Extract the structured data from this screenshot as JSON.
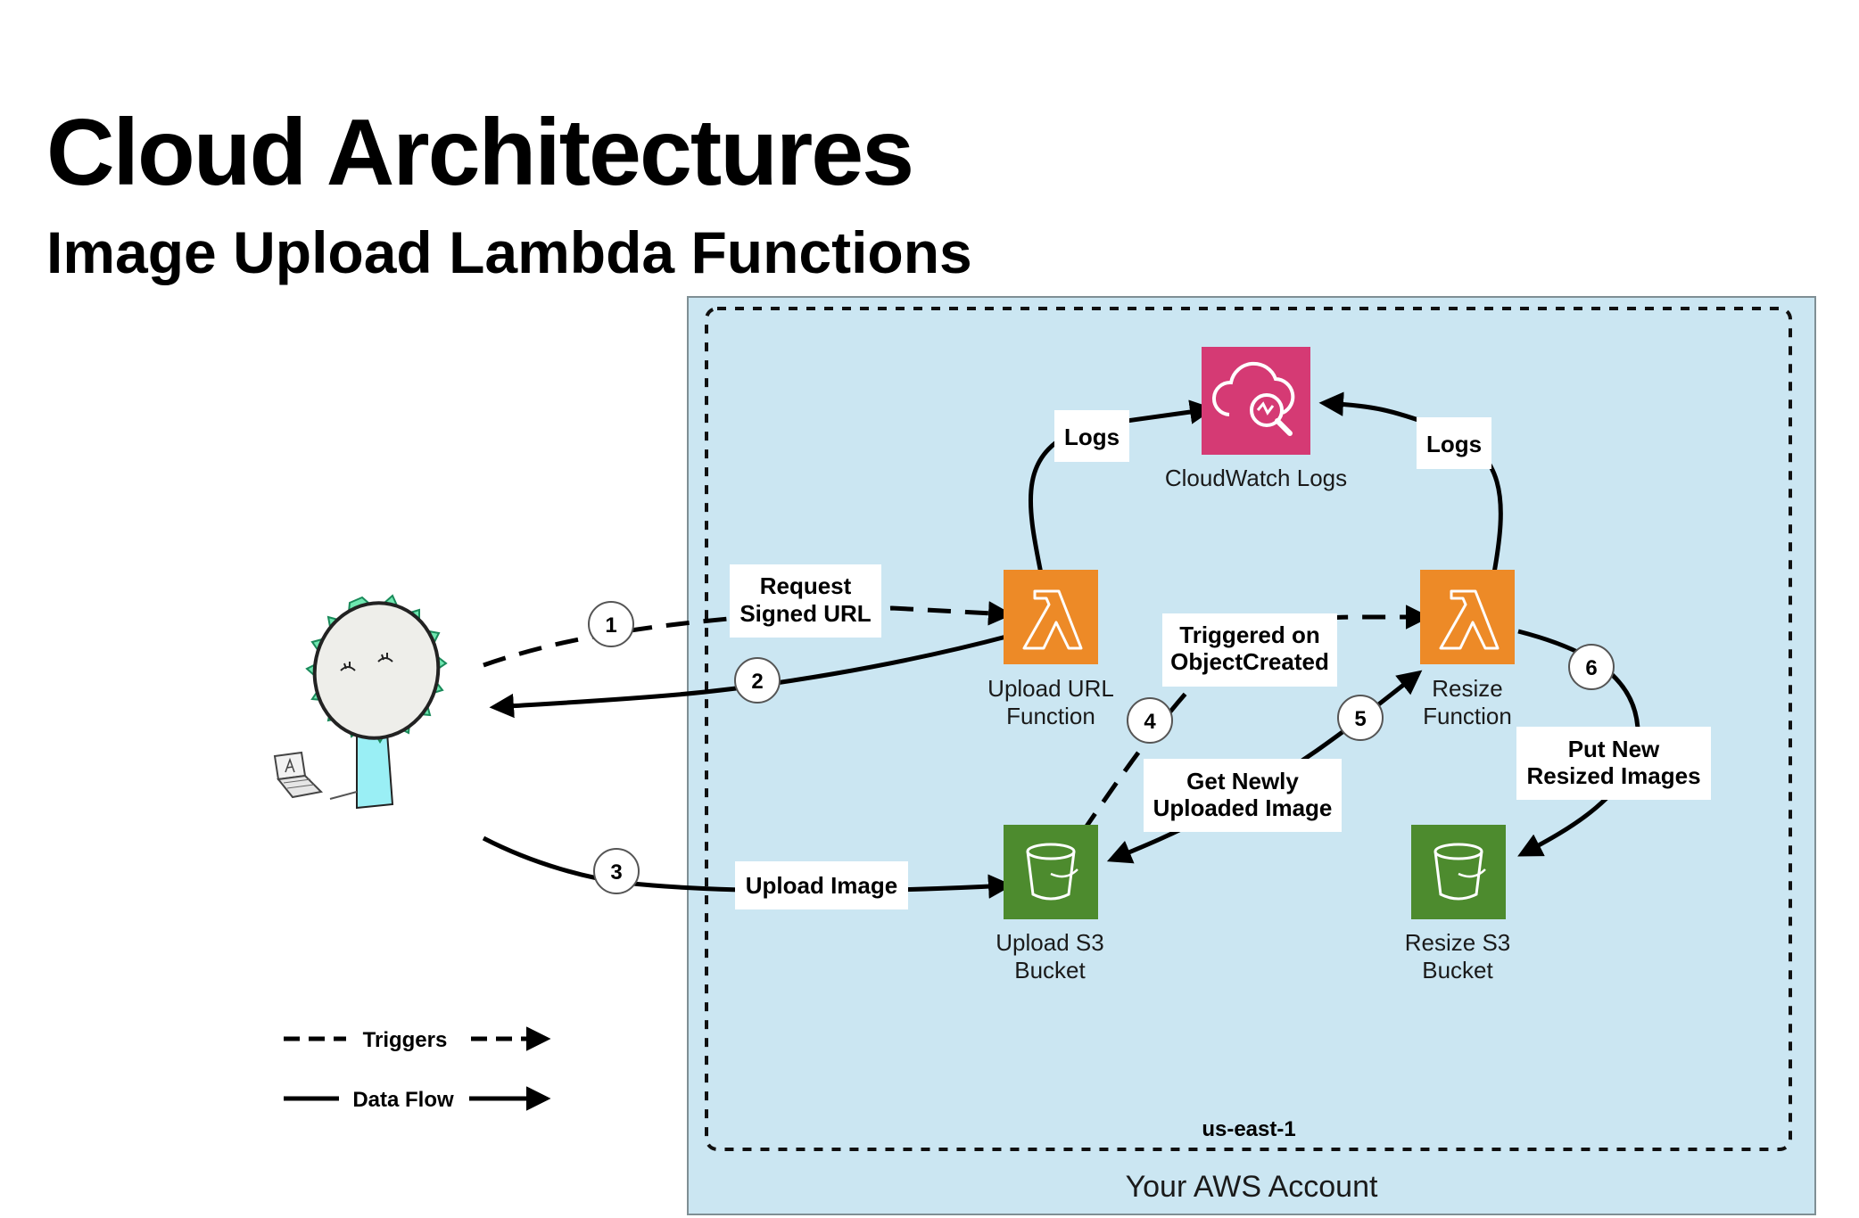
{
  "title": "Cloud Architectures",
  "subtitle": "Image Upload Lambda Functions",
  "account_label": "Your AWS Account",
  "region_label": "us-east-1",
  "colors": {
    "account_fill": "#cbe6f2",
    "account_border": "#7f8f94",
    "lambda_orange": "#ed8a27",
    "s3_green": "#4d8b2e",
    "cloudwatch_pink": "#d53a74",
    "user_green": "#6ee7b0",
    "user_cyan": "#9aeff5"
  },
  "services": {
    "cloudwatch": "CloudWatch Logs",
    "upload_fn_line1": "Upload URL",
    "upload_fn_line2": "Function",
    "resize_fn_line1": "Resize",
    "resize_fn_line2": "Function",
    "upload_bucket_line1": "Upload S3",
    "upload_bucket_line2": "Bucket",
    "resize_bucket_line1": "Resize S3",
    "resize_bucket_line2": "Bucket"
  },
  "edges": {
    "logs_left": "Logs",
    "logs_right": "Logs",
    "request_line1": "Request",
    "request_line2": "Signed URL",
    "triggered_line1": "Triggered on",
    "triggered_line2": "ObjectCreated",
    "get_line1": "Get Newly",
    "get_line2": "Uploaded Image",
    "put_line1": "Put New",
    "put_line2": "Resized Images",
    "upload_image": "Upload Image"
  },
  "steps": [
    "1",
    "2",
    "3",
    "4",
    "5",
    "6"
  ],
  "legend": {
    "triggers": "Triggers",
    "data_flow": "Data Flow"
  },
  "icons": {
    "lambda": "lambda-icon",
    "s3": "s3-bucket-icon",
    "cloudwatch": "cloudwatch-logs-icon",
    "user": "user-with-laptop-icon"
  }
}
